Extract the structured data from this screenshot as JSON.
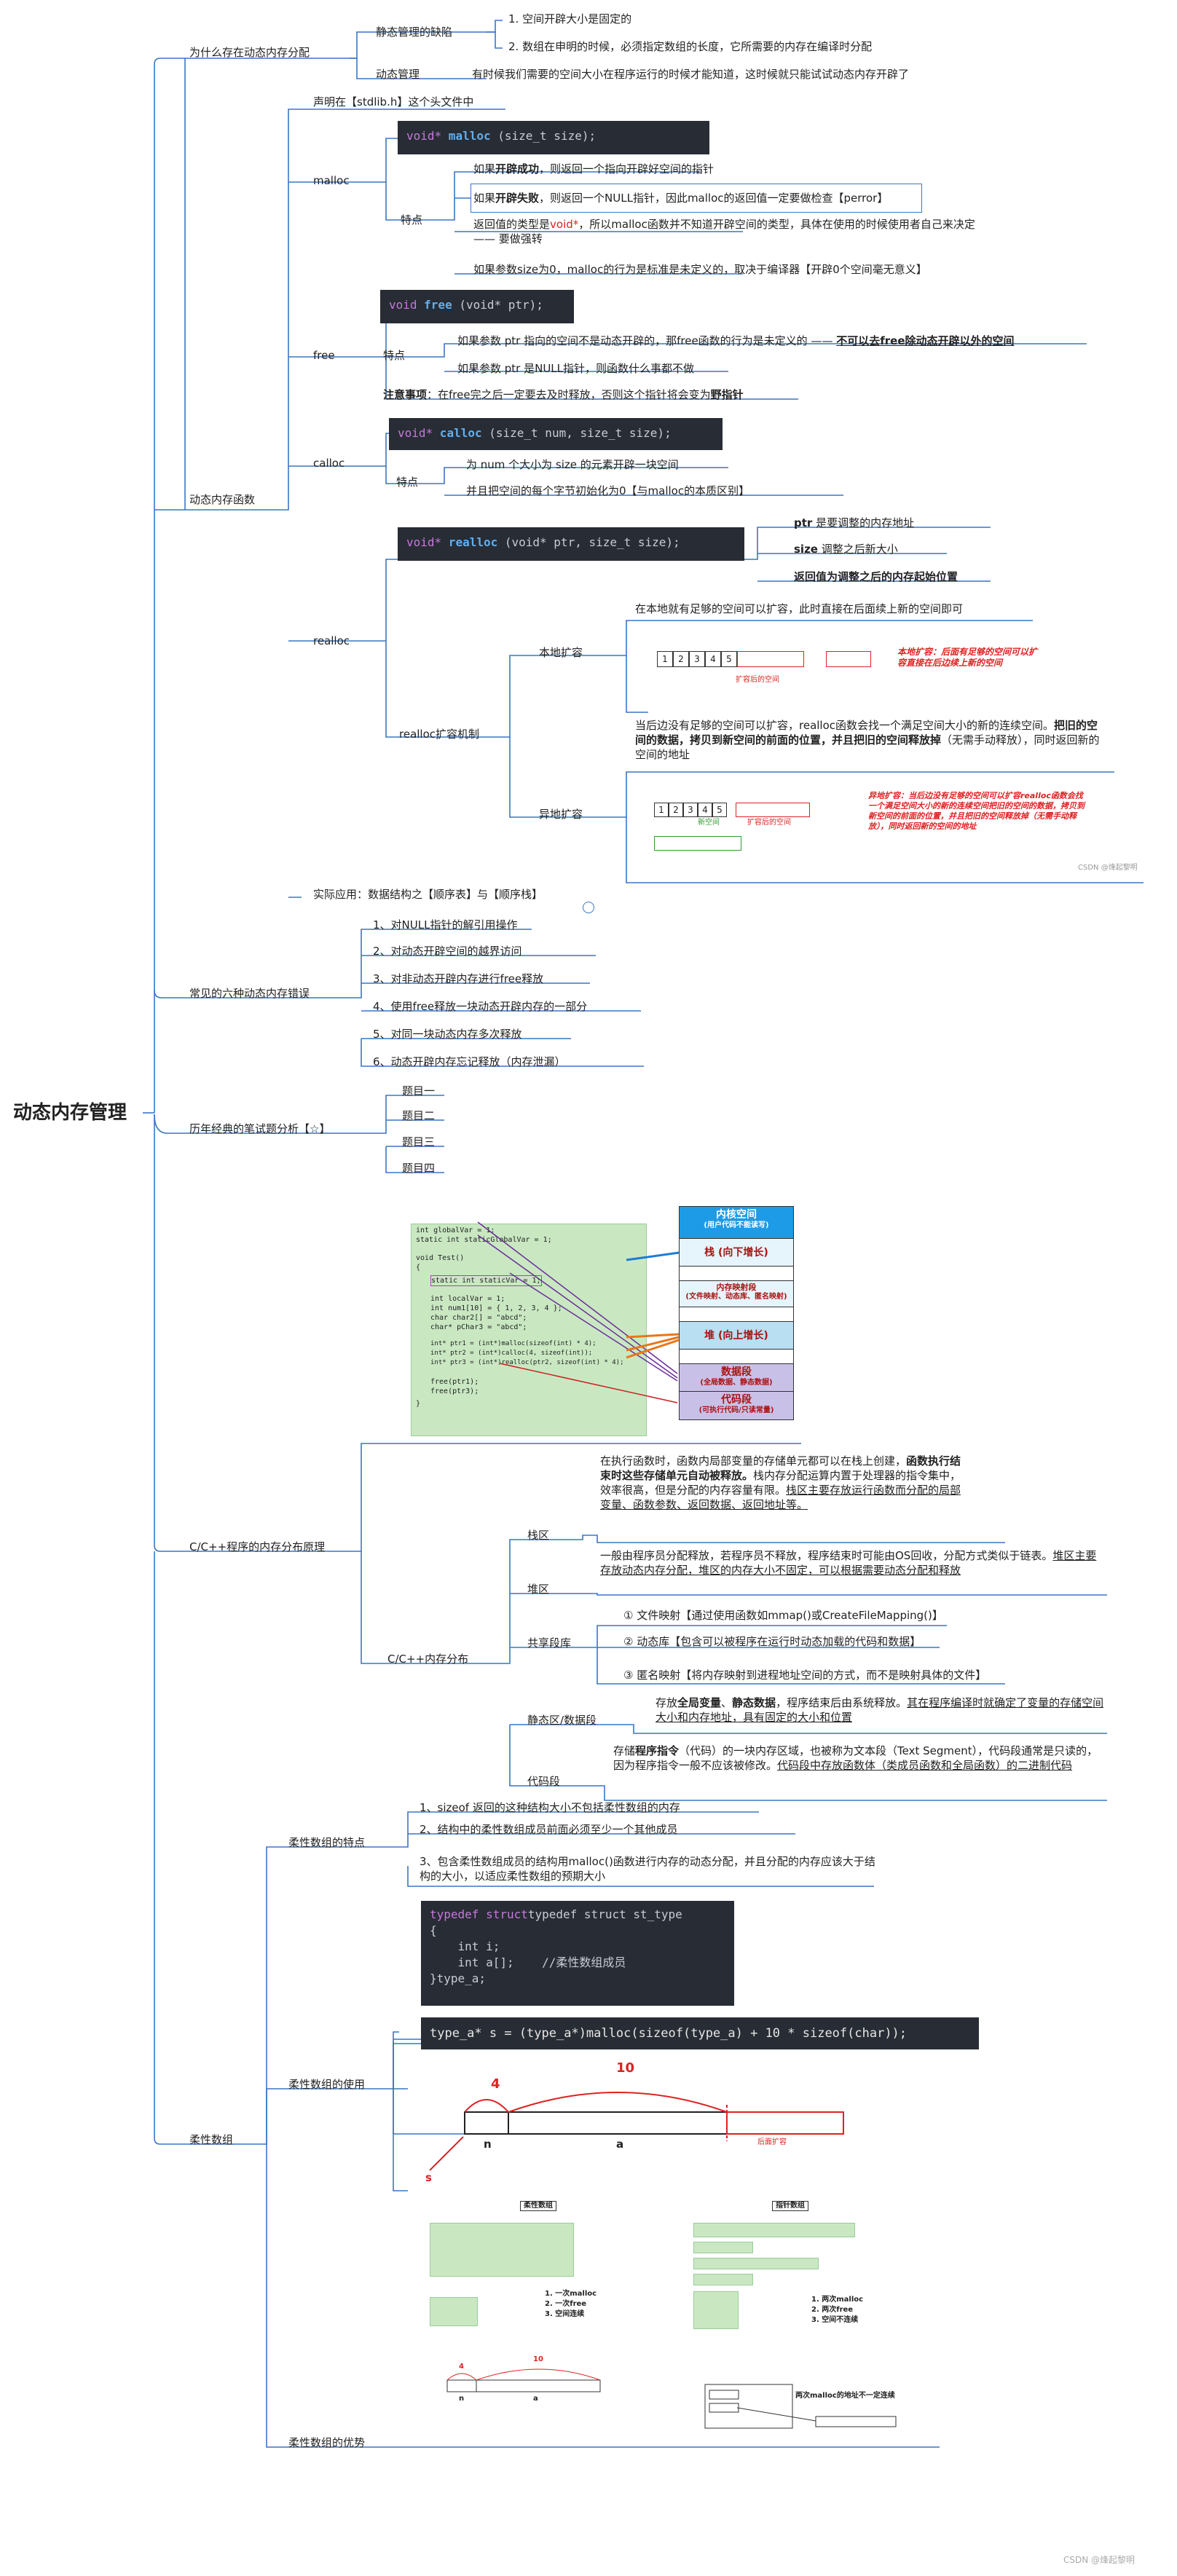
{
  "root": "动态内存管理",
  "why": {
    "title": "为什么存在动态内存分配",
    "static_defect": "静态管理的缺陷",
    "defect_1": "1. 空间开辟大小是固定的",
    "defect_2": "2. 数组在申明的时候，必须指定数组的长度，它所需要的内存在编译时分配",
    "dynamic": "动态管理",
    "dynamic_desc": "有时候我们需要的空间大小在程序运行的时候才能知道，这时候就只能试试动态内存开辟了"
  },
  "funcs": {
    "title": "动态内存函数",
    "header": "声明在【stdlib.h】这个头文件中",
    "features": "特点",
    "malloc": {
      "label": "malloc",
      "sig_type": "void*",
      "sig_name": " malloc",
      "sig_args": " (size_t size);",
      "p1a": "如果",
      "p1b": "开辟成功",
      "p1c": "，则返回一个指向开辟好空间的指针",
      "p2a": "如果",
      "p2b": "开辟失败",
      "p2c": "，则返回一个NULL指针，因此malloc的返回值一定要做检查【perror】",
      "p3a": "返回值的类型是",
      "p3b": "void*",
      "p3c": "，所以malloc函数并不知道开辟空间的类型，具体在使用的时候使用者自己来决定 —— 要做强转",
      "p4": "如果参数size为0，malloc的行为是标准是未定义的，取决于编译器【开辟0个空间毫无意义】"
    },
    "free": {
      "label": "free",
      "sig_type": "void",
      "sig_name": " free",
      "sig_args": " (void* ptr);",
      "p1a": "如果参数 ptr 指向的空间不是动态开辟的，那free函数的行为是未定义的 —— ",
      "p1b": "不可以去free除动态开辟以外的空间",
      "p2": "如果参数 ptr 是NULL指针，则函数什么事都不做",
      "note_a": "注意事项",
      "note_b": "：在free完之后一定要去及时释放，否则这个指针将会变为",
      "note_c": "野指针"
    },
    "calloc": {
      "label": "calloc",
      "sig_type": "void*",
      "sig_name": " calloc",
      "sig_args": " (size_t num, size_t size);",
      "p1": "为 num 个大小为 size 的元素开辟一块空间",
      "p2": "并且把空间的每个字节初始化为0【与malloc的本质区别】"
    },
    "realloc": {
      "label": "realloc",
      "sig_type": "void*",
      "sig_name": " realloc",
      "sig_args": " (void* ptr, size_t size);",
      "ptr_a": "ptr",
      "ptr_b": " 是要调整的内存地址",
      "size_a": "size",
      "size_b": " 调整之后新大小",
      "ret": "返回值为调整之后的内存起始位置",
      "mech": "realloc扩容机制",
      "local": "本地扩容",
      "local_desc": "在本地就有足够的空间可以扩容，此时直接在后面续上新的空间即可",
      "local_note": "本地扩容：后面有足够的空间可以扩容直接在后边续上新的空间",
      "local_extra": "扩容后的空间",
      "remote": "异地扩容",
      "remote_desc_a": "当后边没有足够的空间可以扩容，realloc函数会找一个满足空间大小的新的连续空间。",
      "remote_desc_b": "把旧的空间的数据，拷贝到新空间的前面的位置，并且把旧的空间释放掉",
      "remote_desc_c": "（无需手动释放），同时返回新的空间的地址",
      "remote_note": "异地扩容：当后边没有足够的空间可以扩容realloc函数会找一个满足空间大小的新的连续空间把旧的空间的数据，拷贝到新空间的前面的位置，并且把旧的空间释放掉（无需手动释放），同时返回新的空间的地址",
      "remote_small_1": "扩容后的空间",
      "remote_small_2": "新空间",
      "watermark": "CSDN @烽起黎明"
    },
    "app": "实际应用：数据结构之【顺序表】与【顺序栈】",
    "cells": [
      "1",
      "2",
      "3",
      "4",
      "5"
    ]
  },
  "errors": {
    "title": "常见的六种动态内存错误",
    "items": [
      "1、对NULL指针的解引用操作",
      "2、对动态开辟空间的越界访问",
      "3、对非动态开辟内存进行free释放",
      "4、使用free释放一块动态开辟内存的一部分",
      "5、对同一块动态内存多次释放",
      "6、动态开辟内存忘记释放（内存泄漏）"
    ]
  },
  "exam": {
    "title": "历年经典的笔试题分析【☆】",
    "items": [
      "题目一",
      "题目二",
      "题目三",
      "题目四"
    ]
  },
  "layout": {
    "title": "C/C++程序的内存分布原理",
    "sub": "C/C++内存分布",
    "code_lines": [
      "int globalVar = 1;",
      "static int staticGlobalVar = 1;",
      "void Test()",
      "{",
      "static int staticVar = 1;",
      "int localVar = 1;",
      "int num1[10] = { 1, 2, 3, 4 };",
      "char char2[] = \"abcd\";",
      "char* pChar3 = \"abcd\";",
      "int* ptr1 = (int*)malloc(sizeof(int) * 4);",
      "int* ptr2 = (int*)calloc(4, sizeof(int));",
      "int* ptr3 = (int*)realloc(ptr2, sizeof(int) * 4);",
      "free(ptr1);",
      "free(ptr3);",
      "}"
    ],
    "mem_kernel": "内核空间",
    "mem_kernel_sub": "(用户代码不能读写)",
    "mem_stack": "栈 (向下增长)",
    "mem_mmap": "内存映射段",
    "mem_mmap_sub": "(文件映射、动态库、匿名映射)",
    "mem_heap": "堆 (向上增长)",
    "mem_data": "数据段",
    "mem_data_sub": "(全局数据、静态数据)",
    "mem_code": "代码段",
    "mem_code_sub": "(可执行代码/只读常量)",
    "stack": "栈区",
    "stack_a": "在执行函数时，函数内局部变量的存储单元都可以在栈上创建，",
    "stack_b": "函数执行结束时这些存储单元自动被释放。",
    "stack_c": "栈内存分配运算内置于处理器的指令集中，效率很高，但是分配的内存容量有限。",
    "stack_d": "栈区主要存放运行函数而分配的局部变量、函数参数、返回数据、返回地址等。",
    "heap": "堆区",
    "heap_a": "一般由程序员分配释放，若程序员不释放，程序结束时可能由OS回收，分配方式类似于链表。",
    "heap_b": "堆区主要存放动态内存分配，堆区的内存大小不固定，可以根据需要动态分配和释放",
    "shared": "共享段库",
    "shared_1": "① 文件映射【通过使用函数如mmap()或CreateFileMapping()】",
    "shared_2": "② 动态库【包含可以被程序在运行时动态加载的代码和数据】",
    "shared_3": "③ 匿名映射【将内存映射到进程地址空间的方式，而不是映射具体的文件】",
    "static": "静态区/数据段",
    "static_a": "存放",
    "static_b": "全局变量",
    "static_c": "、",
    "static_d": "静态数据",
    "static_e": "，程序结束后由系统释放。",
    "static_f": "其在程序编译时就确定了变量的存储空间大小和内存地址，具有固定的大小和位置",
    "code": "代码段",
    "code_a": "存储",
    "code_b": "程序指令",
    "code_c": "（代码）的一块内存区域，也被称为文本段（Text Segment），代码段通常是只读的，因为程序指令一般不应该被修改。",
    "code_d": "代码段中存放函数体（类成员函数和全局函数）的二进制代码"
  },
  "flex": {
    "title": "柔性数组",
    "feat": "柔性数组的特点",
    "feat_1": "1、sizeof 返回的这种结构大小不包括柔性数组的内存",
    "feat_2": "2、结构中的柔性数组成员前面必须至少一个其他成员",
    "feat_3": "3、包含柔性数组成员的结构用malloc()函数进行内存的动态分配，并且分配的内存应该大于结构的大小，以适应柔性数组的预期大小",
    "use": "柔性数组的使用",
    "code1": [
      "typedef struct st_type",
      "{",
      "    int i;",
      "    int a[];    //柔性数组成员",
      "}type_a;"
    ],
    "code2": "type_a* s = (type_a*)malloc(sizeof(type_a) + 10 * sizeof(char));",
    "d_4": "4",
    "d_10": "10",
    "d_n": "n",
    "d_a": "a",
    "d_s": "s",
    "d_extend": "后面扩容",
    "adv": "柔性数组的优势",
    "cmp_left": "柔性数组",
    "cmp_right": "指针数组",
    "cmp_list_l": [
      "1. 一次malloc",
      "2. 一次free",
      "3. 空间连续"
    ],
    "cmp_list_r": [
      "1. 两次malloc",
      "2. 两次free",
      "3. 空间不连续"
    ],
    "cmp_note": "两次malloc的地址不一定连续",
    "wm": "CSDN @烽起黎明"
  },
  "colors": {
    "line": "#3a76c4",
    "accent_red": "#d22222",
    "code_bg": "#282c34"
  }
}
